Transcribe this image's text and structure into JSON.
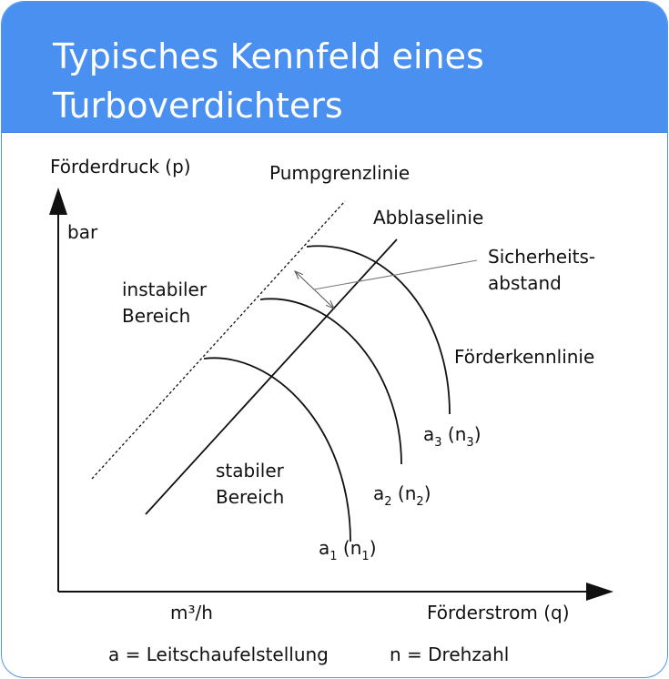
{
  "header": {
    "title_line1": "Typisches Kennfeld eines",
    "title_line2": "Turboverdichters"
  },
  "axes": {
    "y_label": "Förderdruck (p)",
    "y_unit": "bar",
    "x_label": "Förderstrom (q)",
    "x_unit": "m³/h"
  },
  "lines": {
    "surge": "Pumpgrenzlinie",
    "blowoff": "Abblaselinie",
    "safety_1": "Sicherheits-",
    "safety_2": "abstand",
    "characteristic": "Förderkennlinie"
  },
  "regions": {
    "unstable_1": "instabiler",
    "unstable_2": "Bereich",
    "stable_1": "stabiler",
    "stable_2": "Bereich"
  },
  "curves": [
    {
      "a": "a",
      "a_sub": "1",
      "n": "n",
      "n_sub": "1"
    },
    {
      "a": "a",
      "a_sub": "2",
      "n": "n",
      "n_sub": "2"
    },
    {
      "a": "a",
      "a_sub": "3",
      "n": "n",
      "n_sub": "3"
    }
  ],
  "legend": {
    "a_def": "a = Leitschaufelstellung",
    "n_def": "n = Drehzahl"
  },
  "colors": {
    "header": "#4a90f0",
    "border": "#4f96ee"
  }
}
